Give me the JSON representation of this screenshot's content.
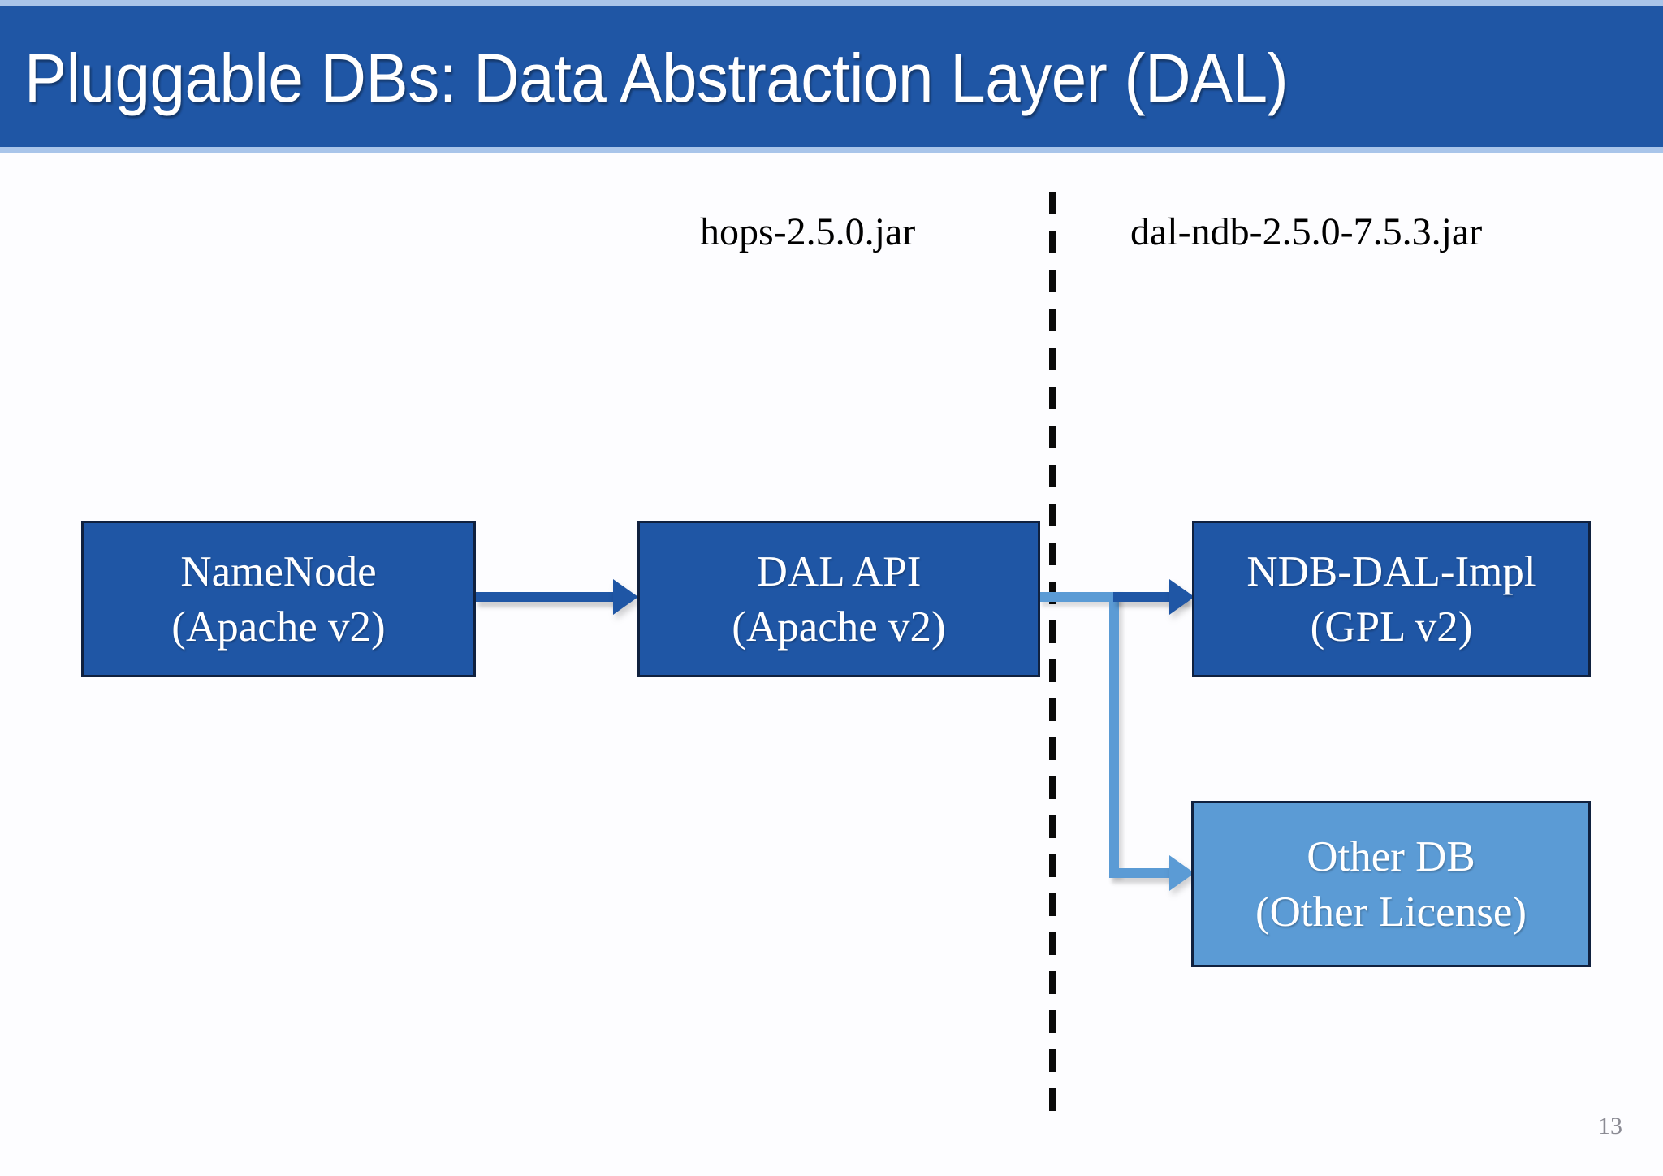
{
  "slide": {
    "title": "Pluggable DBs: Data Abstraction Layer (DAL)",
    "page_number": "13",
    "colors": {
      "title_bar": "#1f56a5",
      "title_bar_accent": "#a9c5ea",
      "box_dark": "#1f56a5",
      "box_light": "#5b9bd5",
      "box_border": "#10213f",
      "arrow_dark": "#1f56a5",
      "arrow_light": "#5b9bd5",
      "divider": "#0a0a0a",
      "page_number": "#8a8a93"
    }
  },
  "annotations": {
    "jar_left": "hops-2.5.0.jar",
    "jar_right": "dal-ndb-2.5.0-7.5.3.jar"
  },
  "diagram": {
    "boxes": [
      {
        "id": "namenode",
        "line1": "NameNode",
        "line2": "(Apache v2)",
        "fill": "#1f56a5"
      },
      {
        "id": "dalapi",
        "line1": "DAL API",
        "line2": "(Apache v2)",
        "fill": "#1f56a5"
      },
      {
        "id": "ndbdal",
        "line1": "NDB-DAL-Impl",
        "line2": "(GPL v2)",
        "fill": "#1f56a5"
      },
      {
        "id": "otherdb",
        "line1": "Other DB",
        "line2": "(Other License)",
        "fill": "#5b9bd5"
      }
    ]
  }
}
